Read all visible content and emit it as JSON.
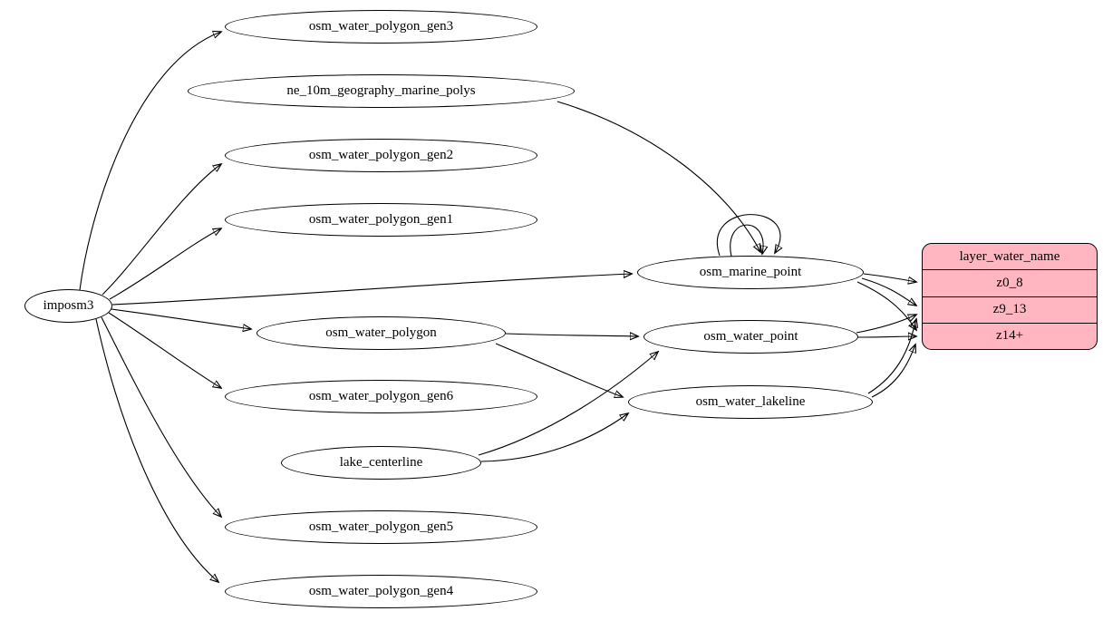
{
  "diagram": {
    "type": "dependency-graph",
    "nodes": {
      "imposm3": {
        "label": "imposm3"
      },
      "osm_water_polygon_gen3": {
        "label": "osm_water_polygon_gen3"
      },
      "ne_10m_geography_marine_polys": {
        "label": "ne_10m_geography_marine_polys"
      },
      "osm_water_polygon_gen2": {
        "label": "osm_water_polygon_gen2"
      },
      "osm_water_polygon_gen1": {
        "label": "osm_water_polygon_gen1"
      },
      "osm_marine_point": {
        "label": "osm_marine_point"
      },
      "osm_water_polygon": {
        "label": "osm_water_polygon"
      },
      "osm_water_point": {
        "label": "osm_water_point"
      },
      "osm_water_polygon_gen6": {
        "label": "osm_water_polygon_gen6"
      },
      "osm_water_lakeline": {
        "label": "osm_water_lakeline"
      },
      "lake_centerline": {
        "label": "lake_centerline"
      },
      "osm_water_polygon_gen5": {
        "label": "osm_water_polygon_gen5"
      },
      "osm_water_polygon_gen4": {
        "label": "osm_water_polygon_gen4"
      }
    },
    "record": {
      "title": "layer_water_name",
      "rows": [
        "z0_8",
        "z9_13",
        "z14+"
      ],
      "fill": "#ffb6c1"
    },
    "edges": [
      {
        "from": "imposm3",
        "to": "osm_water_polygon_gen3"
      },
      {
        "from": "imposm3",
        "to": "osm_water_polygon_gen2"
      },
      {
        "from": "imposm3",
        "to": "osm_water_polygon_gen1"
      },
      {
        "from": "imposm3",
        "to": "osm_marine_point"
      },
      {
        "from": "imposm3",
        "to": "osm_water_polygon"
      },
      {
        "from": "imposm3",
        "to": "osm_water_polygon_gen6"
      },
      {
        "from": "imposm3",
        "to": "osm_water_polygon_gen5"
      },
      {
        "from": "imposm3",
        "to": "osm_water_polygon_gen4"
      },
      {
        "from": "ne_10m_geography_marine_polys",
        "to": "osm_marine_point"
      },
      {
        "from": "osm_marine_point",
        "to": "osm_marine_point"
      },
      {
        "from": "osm_marine_point",
        "to": "osm_marine_point"
      },
      {
        "from": "osm_water_polygon",
        "to": "osm_water_point"
      },
      {
        "from": "osm_water_polygon",
        "to": "osm_water_lakeline"
      },
      {
        "from": "lake_centerline",
        "to": "osm_water_point"
      },
      {
        "from": "lake_centerline",
        "to": "osm_water_lakeline"
      },
      {
        "from": "osm_marine_point",
        "to": "layer_water_name.z0_8"
      },
      {
        "from": "osm_marine_point",
        "to": "layer_water_name.z9_13"
      },
      {
        "from": "osm_marine_point",
        "to": "layer_water_name.z14+"
      },
      {
        "from": "osm_water_point",
        "to": "layer_water_name.z9_13"
      },
      {
        "from": "osm_water_point",
        "to": "layer_water_name.z14+"
      },
      {
        "from": "osm_water_lakeline",
        "to": "layer_water_name.z9_13"
      },
      {
        "from": "osm_water_lakeline",
        "to": "layer_water_name.z14+"
      }
    ]
  }
}
